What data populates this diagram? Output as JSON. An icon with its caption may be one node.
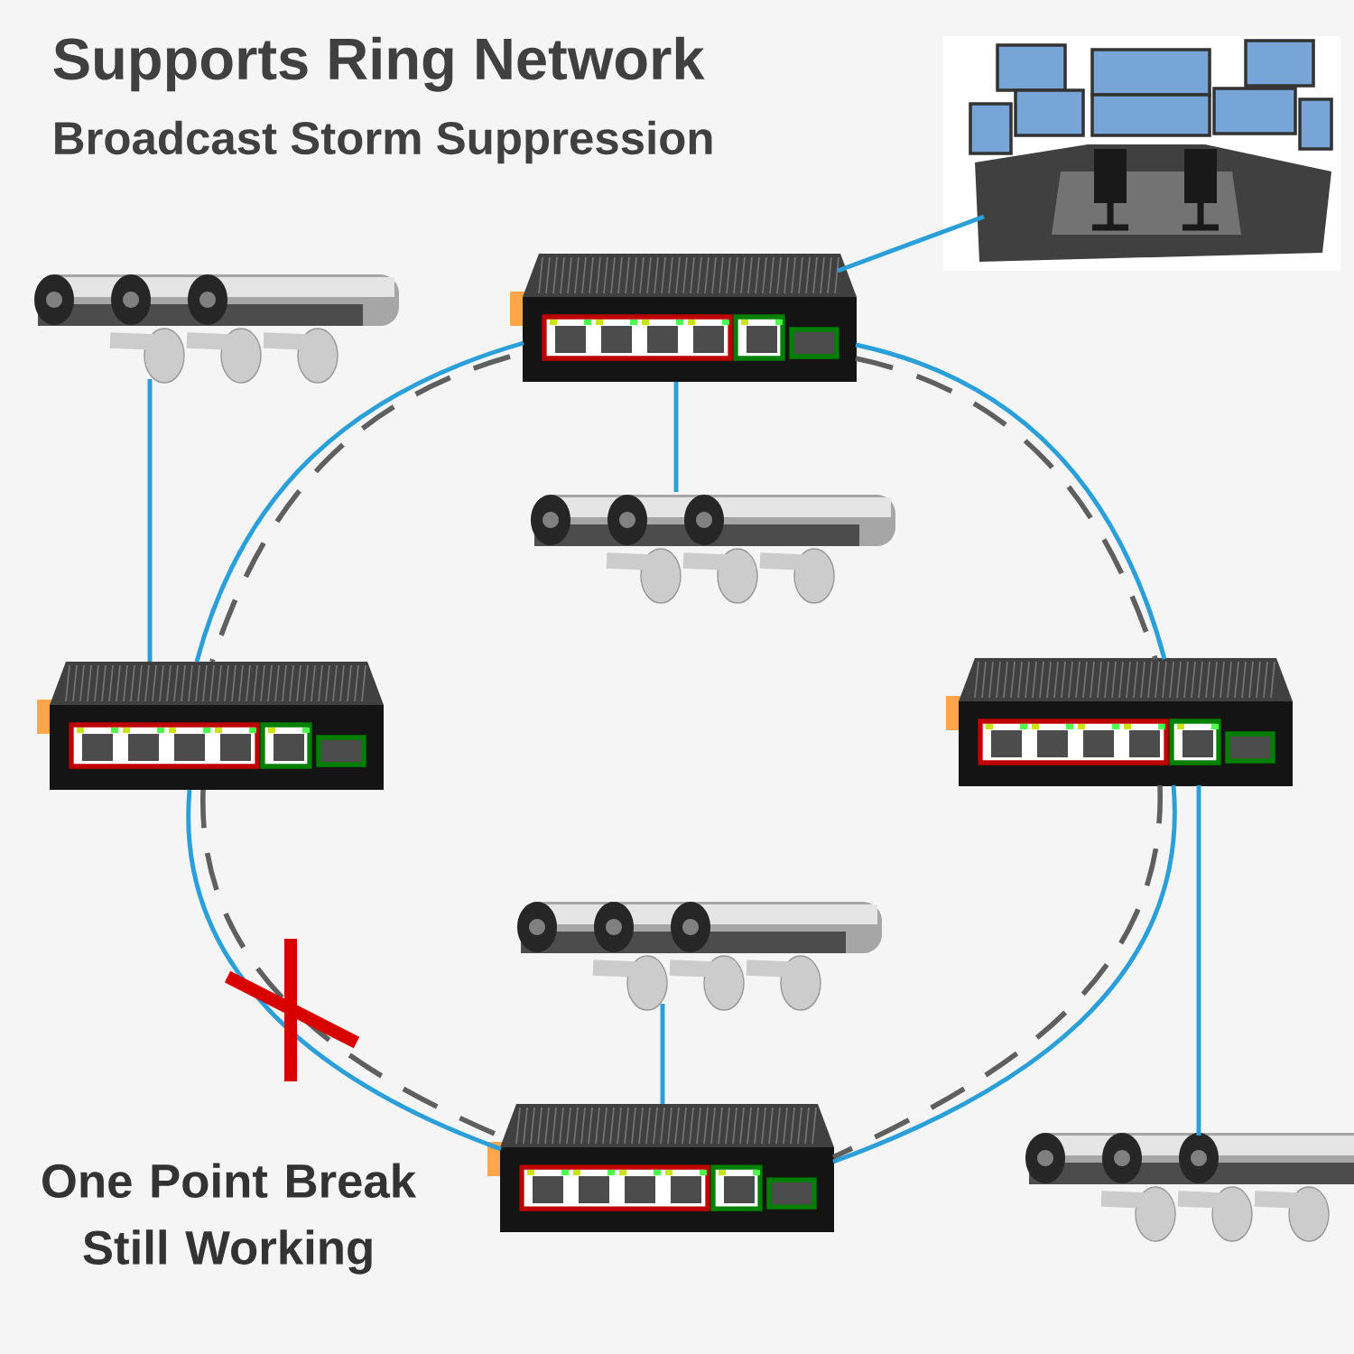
{
  "diagram": {
    "title": "Supports Ring Network",
    "nodes": [
      {
        "text": [],
        "shape": "picture"
      },
      {
        "text": [],
        "shape": "picture"
      },
      {
        "text": [],
        "shape": "picture"
      },
      {
        "text": [],
        "shape": "picture"
      },
      {
        "text": [],
        "shape": "picture"
      },
      {
        "text": [],
        "shape": "picture"
      },
      {
        "text": [],
        "shape": "picture"
      },
      {
        "text": [],
        "shape": "picture"
      },
      {
        "text": [],
        "shape": "picture"
      }
    ],
    "edges": [
      {
        "from": 1,
        "to": 0,
        "arrow": "none",
        "color": "#2b9fd9"
      },
      {
        "from": 2,
        "to": 4,
        "arrow": "none",
        "color": "#2b9fd9"
      },
      {
        "from": 1,
        "to": 3,
        "arrow": "none",
        "color": "#2b9fd9"
      },
      {
        "from": 1,
        "to": 4,
        "arrow": "none",
        "color": "#2b9fd9"
      },
      {
        "from": 1,
        "to": 4,
        "arrow": "none",
        "style": "dashed",
        "color": "#5f5f5f"
      },
      {
        "from": 1,
        "to": 5,
        "arrow": "none",
        "color": "#2b9fd9"
      },
      {
        "from": 1,
        "to": 5,
        "arrow": "none",
        "style": "dashed",
        "color": "#5f5f5f"
      },
      {
        "from": 4,
        "to": 7,
        "arrow": "none",
        "color": "#2b9fd9"
      },
      {
        "from": 4,
        "to": 7,
        "arrow": "none",
        "style": "dashed",
        "color": "#5f5f5f"
      },
      {
        "from": 5,
        "to": 7,
        "arrow": "none",
        "color": "#2b9fd9"
      },
      {
        "from": 5,
        "to": 7,
        "arrow": "none",
        "style": "dashed",
        "color": "#5f5f5f"
      },
      {
        "from": 5,
        "to": 8,
        "arrow": "none",
        "color": "#2b9fd9"
      },
      {
        "from": 7,
        "to": 6,
        "arrow": "none",
        "color": "#2b9fd9"
      }
    ],
    "labels": [
      "Broadcast Storm Suppression",
      "One Point Break Still Working"
    ]
  }
}
